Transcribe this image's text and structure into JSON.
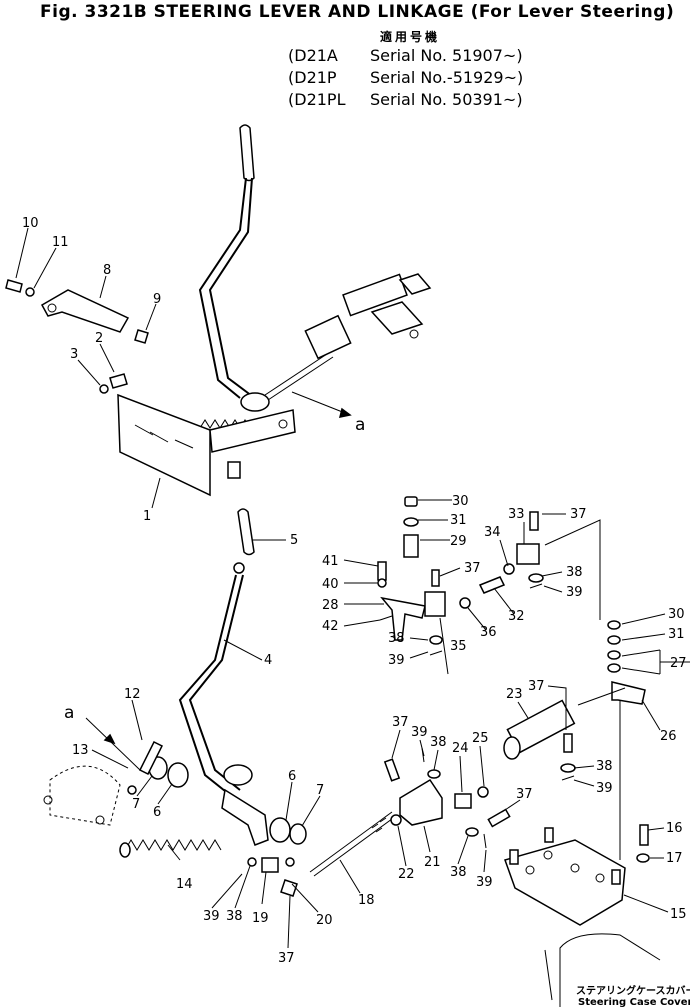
{
  "header": {
    "title": "Fig. 3321B  STEERING LEVER AND LINKAGE (For Lever Steering)",
    "jp_label": "適用号機",
    "serials": [
      {
        "model": "(D21A",
        "serial": "Serial No. 51907~)"
      },
      {
        "model": "(D21P",
        "serial": "Serial No.-51929~)"
      },
      {
        "model": "(D21PL",
        "serial": "Serial No. 50391~)"
      }
    ]
  },
  "callouts": {
    "c10": "10",
    "c11": "11",
    "c8": "8",
    "c9": "9",
    "c2": "2",
    "c3": "3",
    "c1": "1",
    "a_top": "a",
    "a_left": "a",
    "c5": "5",
    "c4": "4",
    "c12": "12",
    "c13": "13",
    "c7a": "7",
    "c6a": "6",
    "c6b": "6",
    "c7b": "7",
    "c14": "14",
    "c18": "18",
    "c20": "20",
    "c19": "19",
    "c38a": "38",
    "c39a": "39",
    "c37a": "37",
    "c30a": "30",
    "c31a": "31",
    "c29": "29",
    "c41": "41",
    "c40": "40",
    "c28": "28",
    "c42": "42",
    "c38b": "38",
    "c39b": "39",
    "c35": "35",
    "c37b": "37",
    "c36": "36",
    "c32": "32",
    "c34": "34",
    "c33": "33",
    "c37c": "37",
    "c38c": "38",
    "c39c": "39",
    "c30b": "30",
    "c31b": "31",
    "c27": "27",
    "c26": "26",
    "c37d": "37",
    "c23": "23",
    "c38d": "38",
    "c39d": "39",
    "c37e": "37",
    "c39e": "39",
    "c38e": "38",
    "c24": "24",
    "c25": "25",
    "c37f": "37",
    "c22": "22",
    "c21": "21",
    "c38f": "38",
    "c39f": "39",
    "c16": "16",
    "c17": "17",
    "c15": "15"
  },
  "caption": {
    "jp": "ステアリングケースカバー",
    "en": "Steering Case Cover"
  }
}
